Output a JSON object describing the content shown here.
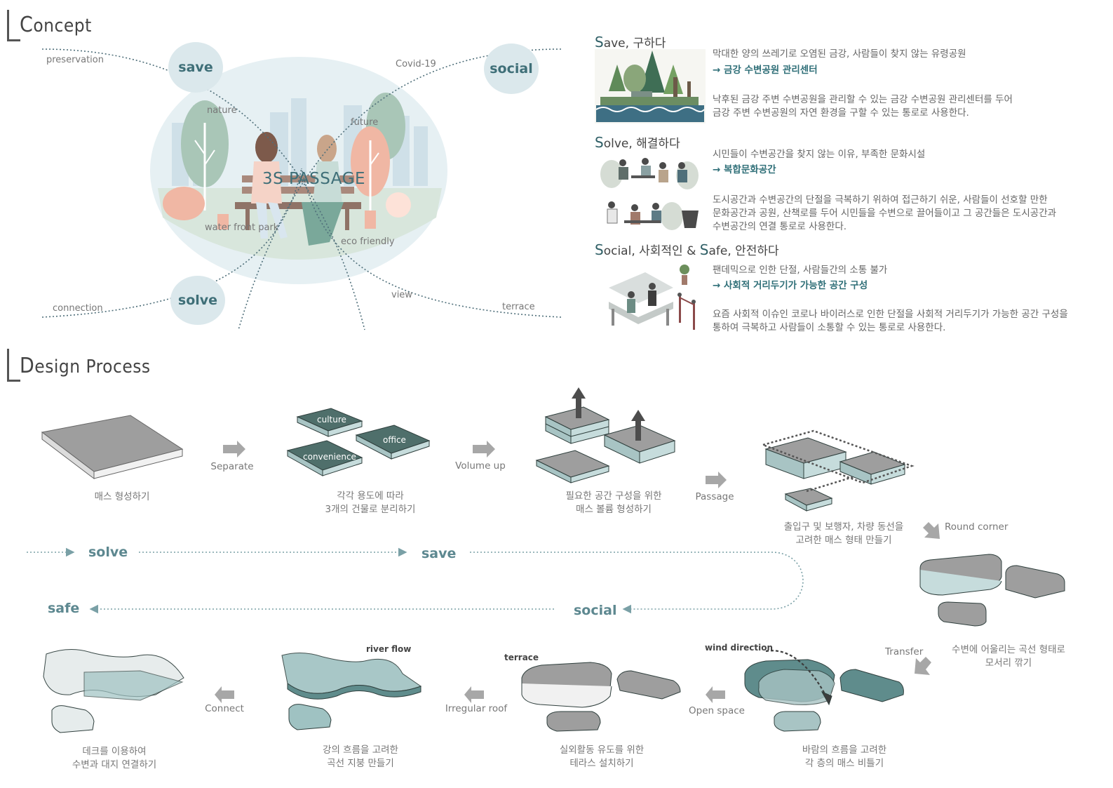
{
  "concept": {
    "title_initial": "C",
    "title_rest": "oncept",
    "center_title": "3S PASSAGE",
    "bubbles": {
      "save": "save",
      "social": "social",
      "solve": "solve"
    },
    "labels": {
      "preservation": "preservation",
      "covid": "Covid-19",
      "nature": "nature",
      "future": "future",
      "waterfront": "water front park",
      "eco": "eco friendly",
      "connection": "connection",
      "view": "view",
      "terrace": "terrace"
    }
  },
  "right_panel": {
    "save": {
      "title_initial": "S",
      "title_rest": "ave, 구하다",
      "line1": "막대한 양의 쓰레기로 오염된 금강, 사람들이 찾지 않는 유령공원",
      "highlight": "→ 금강 수변공원 관리센터",
      "body1": "낙후된 금강 주변 수변공원을 관리할 수 있는 금강 수변공원 관리센터를 두어",
      "body2": "금강 주변 수변공원의 자연 환경을 구할 수 있는 통로로 사용한다."
    },
    "solve": {
      "title_initial": "S",
      "title_rest": "olve, 해결하다",
      "line1": "시민들이 수변공간을 찾지 않는 이유, 부족한 문화시설",
      "highlight": "→ 복합문화공간",
      "body1": "도시공간과 수변공간의 단절을 극복하기 위하여 접근하기 쉬운, 사람들이 선호할 만한",
      "body2": "문화공간과 공원, 산책로를 두어 시민들을 수변으로 끌어들이고 그 공간들은 도시공간과",
      "body3": "수변공간의 연결 통로로 사용한다."
    },
    "social": {
      "title_initial": "S",
      "title_mid": "ocial, 사회적인 & ",
      "title_initial2": "S",
      "title_rest": "afe, 안전하다",
      "line1": "팬데믹으로 인한 단절, 사람들간의 소통 불가",
      "highlight": "→ 사회적 거리두기가 가능한 공간 구성",
      "body1": "요즘 사회적 이슈인 코로나 바이러스로 인한 단절을 사회적 거리두기가 가능한 공간 구성을",
      "body2": "통하여 극복하고 사람들이 소통할 수 있는 통로로 사용한다."
    }
  },
  "process": {
    "title_initial": "D",
    "title_rest": "esign Process",
    "row1": [
      {
        "caption1": "매스 형성하기",
        "caption2": ""
      },
      {
        "step": "Separate"
      },
      {
        "caption1": "각각 용도에 따라",
        "caption2": "3개의 건물로 분리하기"
      },
      {
        "step": "Volume up"
      },
      {
        "caption1": "필요한 공간 구성을 위한",
        "caption2": "매스 볼륨 형성하기"
      },
      {
        "step": "Passage"
      },
      {
        "caption1": "출입구 및 보행자, 차량 동선을",
        "caption2": "고려한 매스 형태 만들기"
      }
    ],
    "mass_labels": {
      "culture": "culture",
      "office": "office",
      "convenience": "convenience"
    },
    "round_corner": "Round corner",
    "round_caption1": "수변에 어울리는 곡선 형태로",
    "round_caption2": "모서리 깎기",
    "transfer": "Transfer",
    "flow": {
      "solve": "solve",
      "save": "save",
      "social": "social",
      "safe": "safe"
    },
    "row3": {
      "wind_direction": "wind direction",
      "wind_caption1": "바람의 흐름을 고려한",
      "wind_caption2": "각 층의 매스 비틀기",
      "open_space": "Open space",
      "terrace": "terrace",
      "terrace_caption1": "실외활동 유도를 위한",
      "terrace_caption2": "테라스 설치하기",
      "irregular_roof": "Irregular roof",
      "river_flow": "river flow",
      "roof_caption1": "강의 흐름을 고려한",
      "roof_caption2": "곡선 지붕 만들기",
      "connect": "Connect",
      "deck_caption1": "데크를 이용하여",
      "deck_caption2": "수변과 대지 연결하기"
    }
  },
  "colors": {
    "teal": "#5d8890",
    "dark_teal": "#3f6f78",
    "bubble": "#dbe8ec",
    "slab": "#9e9e9e"
  }
}
